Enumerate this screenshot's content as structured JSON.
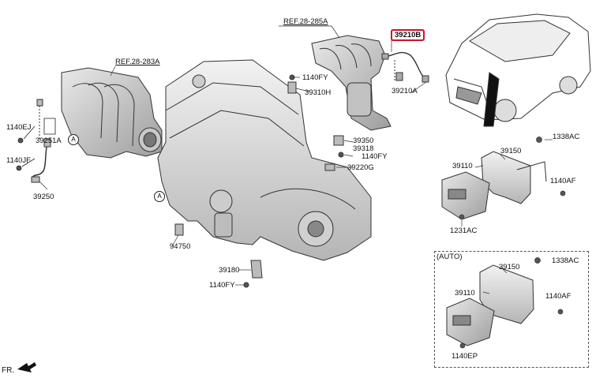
{
  "diagram": {
    "labels": {
      "ref_intake": "REF.28-283A",
      "ref_exhaust": "REF.28-285A",
      "p39210B": "39210B",
      "p39210A": "39210A",
      "p1140FY_a": "1140FY",
      "p39310H": "39310H",
      "p1140EJ": "1140EJ",
      "p39251A": "39251A",
      "p1140JF": "1140JF",
      "p39250": "39250",
      "p39350": "39350",
      "p39318": "39318",
      "p1140FY_b": "1140FY",
      "p39220G": "39220G",
      "p94750": "94750",
      "p39180": "39180",
      "p1140FY_c": "1140FY",
      "p1338AC_a": "1338AC",
      "p39150_a": "39150",
      "p39110_a": "39110",
      "p1140AF_a": "1140AF",
      "p1231AC": "1231AC",
      "auto_title": "(AUTO)",
      "p1338AC_b": "1338AC",
      "p39150_b": "39150",
      "p39110_b": "39110",
      "p1140AF_b": "1140AF",
      "p1140EP": "1140EP",
      "circle_a1": "A",
      "circle_a2": "A",
      "front": "FR."
    },
    "colors": {
      "highlight": "#d0102a",
      "line": "#222222",
      "part_fill": "#d8d8d8",
      "part_dark": "#9a9a9a"
    }
  }
}
